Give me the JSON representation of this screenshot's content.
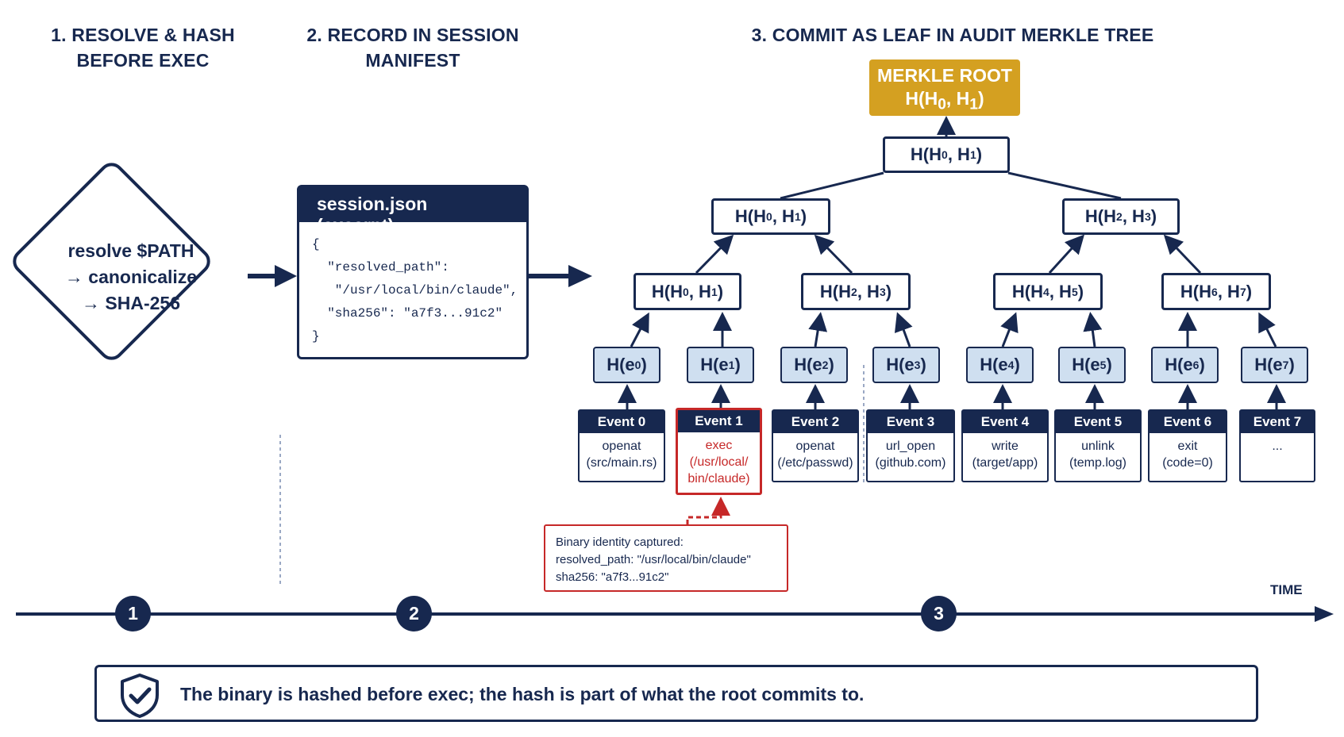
{
  "steps": {
    "step1_heading": [
      "1. RESOLVE & HASH",
      "BEFORE EXEC"
    ],
    "step2_heading": [
      "2. RECORD IN SESSION",
      "MANIFEST"
    ],
    "step3_heading": "3. COMMIT AS LEAF IN AUDIT MERKLE TREE"
  },
  "diamond": {
    "lines": [
      "resolve $PATH",
      "→ canonicalize",
      "→ SHA-256"
    ]
  },
  "manifest": {
    "title": "session.json (excerpt)",
    "code_lines": [
      "{",
      "  \"resolved_path\":",
      "   \"/usr/local/bin/claude\",",
      "  \"sha256\": \"a7f3...91c2\"",
      "}"
    ]
  },
  "merkle": {
    "root_label": "MERKLE ROOT",
    "root_hash": {
      "base": "H(H",
      "a": "0",
      "mid": ", H",
      "b": "1",
      "end": ")"
    },
    "top": {
      "a": "0",
      "b": "1"
    },
    "level1": [
      {
        "a": "0",
        "b": "1"
      },
      {
        "a": "2",
        "b": "3"
      }
    ],
    "level2": [
      {
        "a": "0",
        "b": "1"
      },
      {
        "a": "2",
        "b": "3"
      },
      {
        "a": "4",
        "b": "5"
      },
      {
        "a": "6",
        "b": "7"
      }
    ],
    "leaves": [
      "0",
      "1",
      "2",
      "3",
      "4",
      "5",
      "6",
      "7"
    ]
  },
  "events": [
    {
      "title": "Event 0",
      "lines": [
        "openat",
        "(src/main.rs)"
      ]
    },
    {
      "title": "Event 1",
      "lines": [
        "exec",
        "(/usr/local/",
        "bin/claude)"
      ],
      "highlight": true
    },
    {
      "title": "Event 2",
      "lines": [
        "openat",
        "(/etc/passwd)"
      ]
    },
    {
      "title": "Event 3",
      "lines": [
        "url_open",
        "(github.com)"
      ]
    },
    {
      "title": "Event 4",
      "lines": [
        "write",
        "(target/app)"
      ]
    },
    {
      "title": "Event 5",
      "lines": [
        "unlink",
        "(temp.log)"
      ]
    },
    {
      "title": "Event 6",
      "lines": [
        "exit",
        "(code=0)"
      ]
    },
    {
      "title": "Event 7",
      "lines": [
        "..."
      ]
    }
  ],
  "callout": {
    "lines": [
      "Binary identity captured:",
      "resolved_path: \"/usr/local/bin/claude\"",
      "sha256: \"a7f3...91c2\""
    ]
  },
  "timeline": {
    "markers": [
      "1",
      "2",
      "3"
    ],
    "label": "TIME"
  },
  "footer": {
    "text": "The binary is hashed before exec; the hash is part of what the root commits to."
  },
  "colors": {
    "navy": "#17284f",
    "gold": "#d4a021",
    "leaf_fill": "#cfdff0",
    "highlight_red": "#c62828"
  },
  "icons": [
    "shield-check-icon",
    "arrow-right-icon"
  ]
}
